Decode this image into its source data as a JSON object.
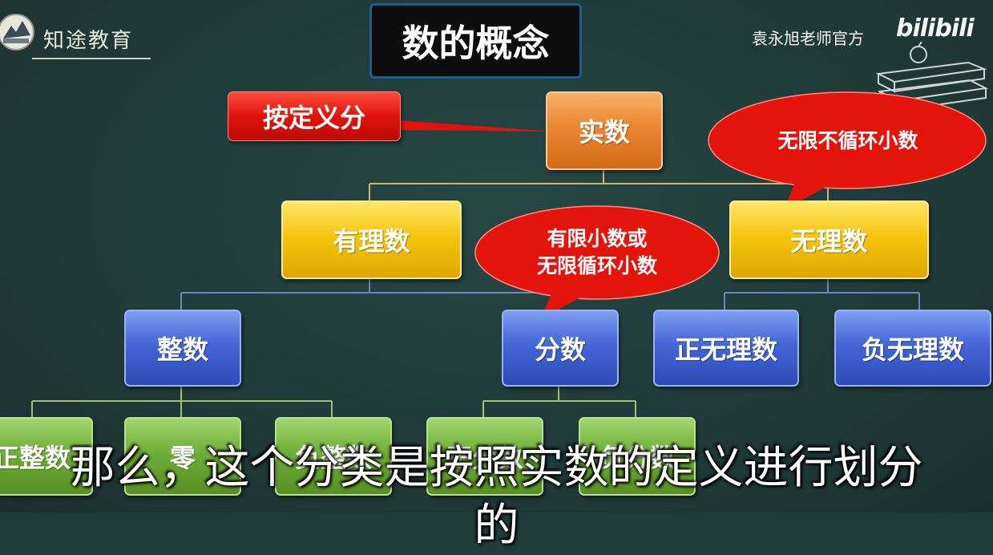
{
  "header": {
    "logo_text": "知途教育",
    "title": "数的概念",
    "channel": "袁永旭老师官方",
    "brand": "bilibili"
  },
  "diagram": {
    "root": "实数",
    "classify_note": "按定义分",
    "level1": [
      "有理数",
      "无理数"
    ],
    "rational_children": [
      "整数",
      "分数"
    ],
    "irrational_children": [
      "正无理数",
      "负无理数"
    ],
    "integer_children": [
      "正整数",
      "零",
      "负整数"
    ],
    "fraction_children": [
      "正分数",
      "负分数"
    ],
    "bubble_irrational": "无限不循环小数",
    "bubble_fraction_line1": "有限小数或",
    "bubble_fraction_line2": "无限循环小数"
  },
  "subtitle": {
    "line1": "那么，这个分类是按照实数的定义进行划分",
    "line2": "的"
  },
  "colors": {
    "background": "#203c3a",
    "orange": "#ec8531",
    "yellow": "#f6c510",
    "blue": "#4466d6",
    "green": "#6fae38",
    "red": "#e0140c",
    "connector": "#c9b86a"
  }
}
